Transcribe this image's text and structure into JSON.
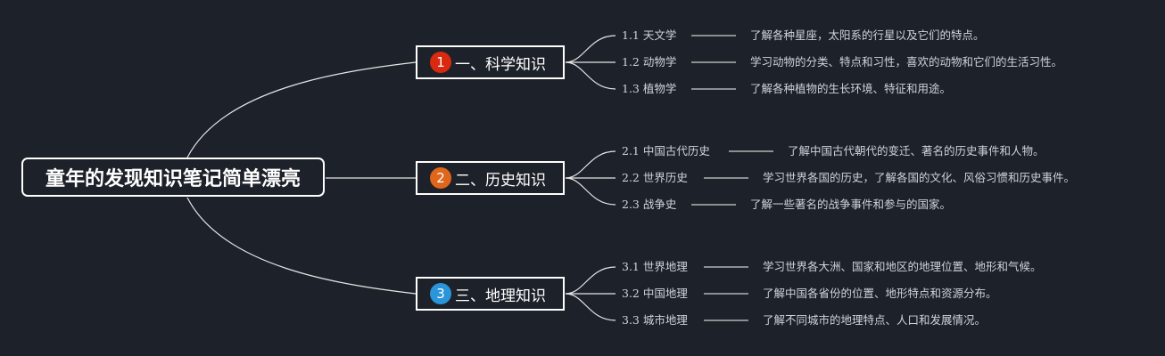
{
  "root": {
    "title": "童年的发现知识笔记简单漂亮"
  },
  "branches": [
    {
      "number": "1",
      "title": "一、科学知识",
      "color": "#d9290f",
      "topics": [
        {
          "label": "1.1 天文学",
          "desc": "了解各种星座，太阳系的行星以及它们的特点。"
        },
        {
          "label": "1.2 动物学",
          "desc": "学习动物的分类、特点和习性，喜欢的动物和它们的生活习性。"
        },
        {
          "label": "1.3 植物学",
          "desc": "了解各种植物的生长环境、特征和用途。"
        }
      ]
    },
    {
      "number": "2",
      "title": "二、历史知识",
      "color": "#e0661c",
      "topics": [
        {
          "label": "2.1 中国古代历史",
          "desc": "了解中国古代朝代的变迁、著名的历史事件和人物。"
        },
        {
          "label": "2.2 世界历史",
          "desc": "学习世界各国的历史，了解各国的文化、风俗习惯和历史事件。"
        },
        {
          "label": "2.3 战争史",
          "desc": "了解一些著名的战争事件和参与的国家。"
        }
      ]
    },
    {
      "number": "3",
      "title": "三、地理知识",
      "color": "#2a95d8",
      "topics": [
        {
          "label": "3.1 世界地理",
          "desc": "学习世界各大洲、国家和地区的地理位置、地形和气候。"
        },
        {
          "label": "3.2 中国地理",
          "desc": "了解中国各省份的位置、地形特点和资源分布。"
        },
        {
          "label": "3.3 城市地理",
          "desc": "了解不同城市的地理特点、人口和发展情况。"
        }
      ]
    }
  ]
}
